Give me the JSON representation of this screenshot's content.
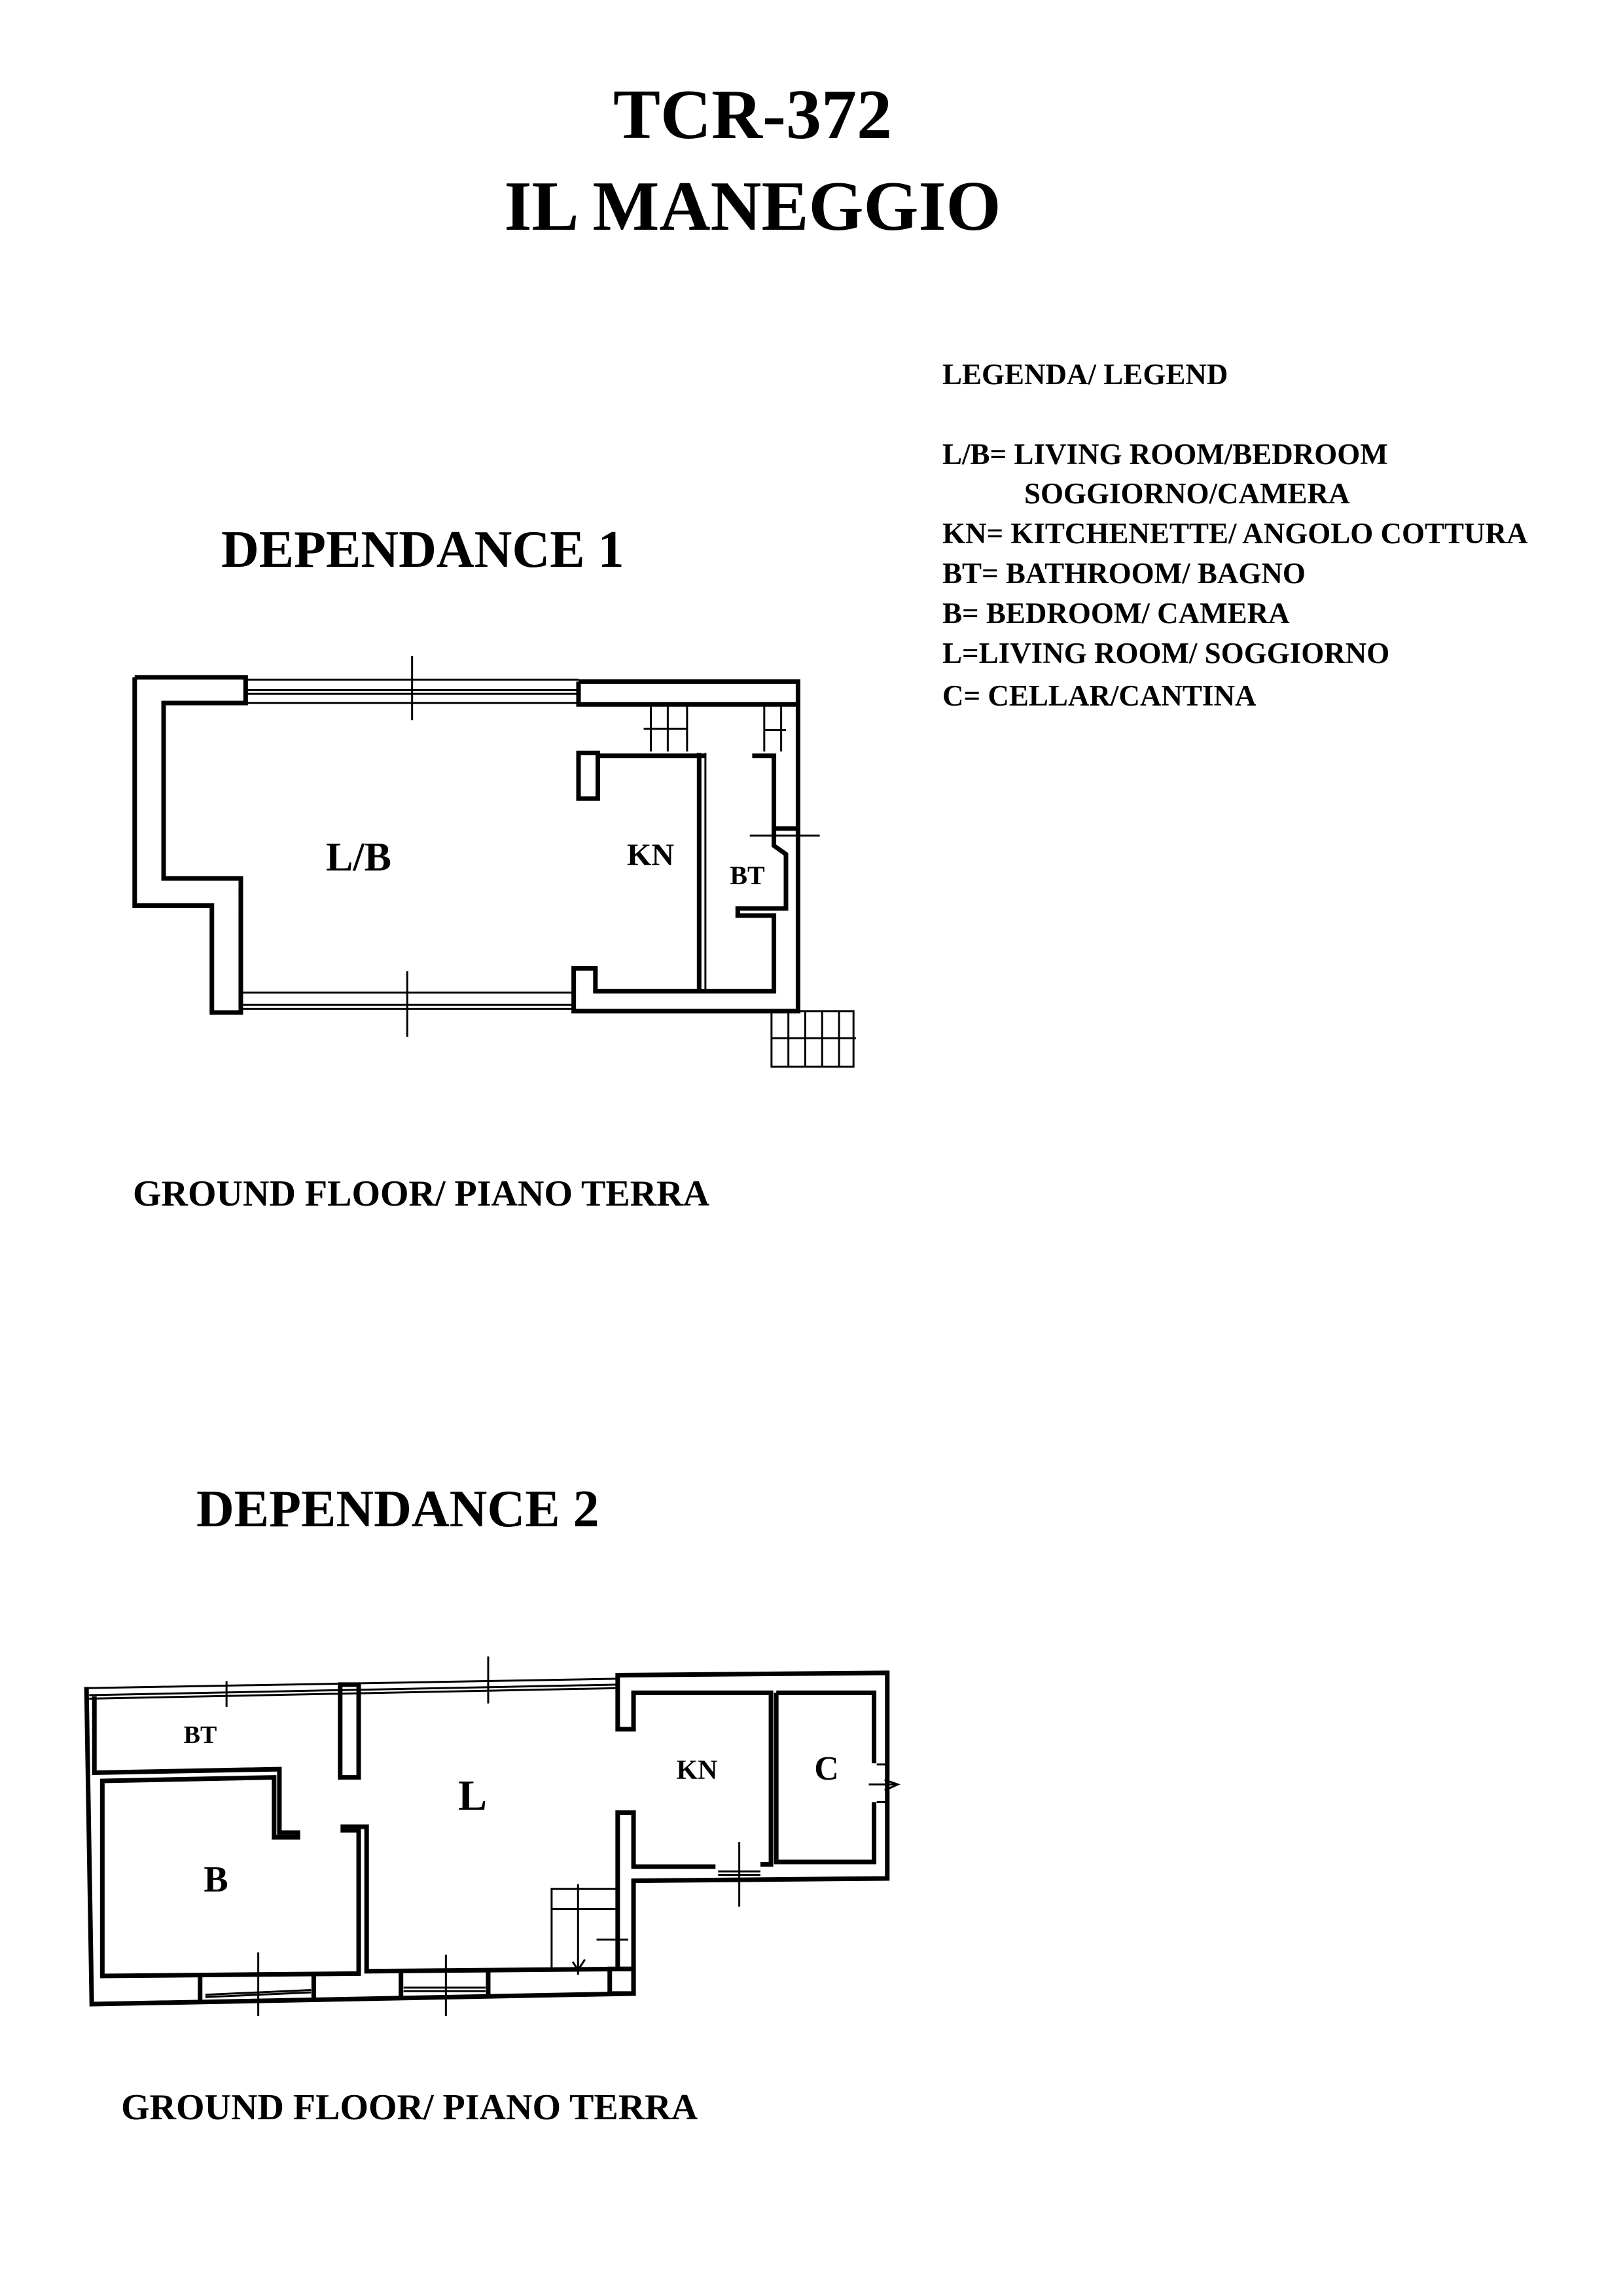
{
  "header": {
    "code": "TCR-372",
    "name": "IL MANEGGIO"
  },
  "legend": {
    "title": "LEGENDA/ LEGEND",
    "items": [
      "L/B= LIVING ROOM/BEDROOM",
      "SOGGIORNO/CAMERA",
      "KN= KITCHENETTE/ ANGOLO COTTURA",
      "BT= BATHROOM/ BAGNO",
      "B= BEDROOM/ CAMERA",
      "L=LIVING ROOM/ SOGGIORNO",
      "C= CELLAR/CANTINA"
    ]
  },
  "dependance1": {
    "title": "DEPENDANCE 1",
    "floor": "GROUND FLOOR/ PIANO TERRA",
    "rooms": [
      "L/B",
      "KN",
      "BT"
    ]
  },
  "dependance2": {
    "title": "DEPENDANCE 2",
    "floor": "GROUND FLOOR/ PIANO TERRA",
    "rooms": [
      "BT",
      "B",
      "L",
      "KN",
      "C"
    ]
  }
}
